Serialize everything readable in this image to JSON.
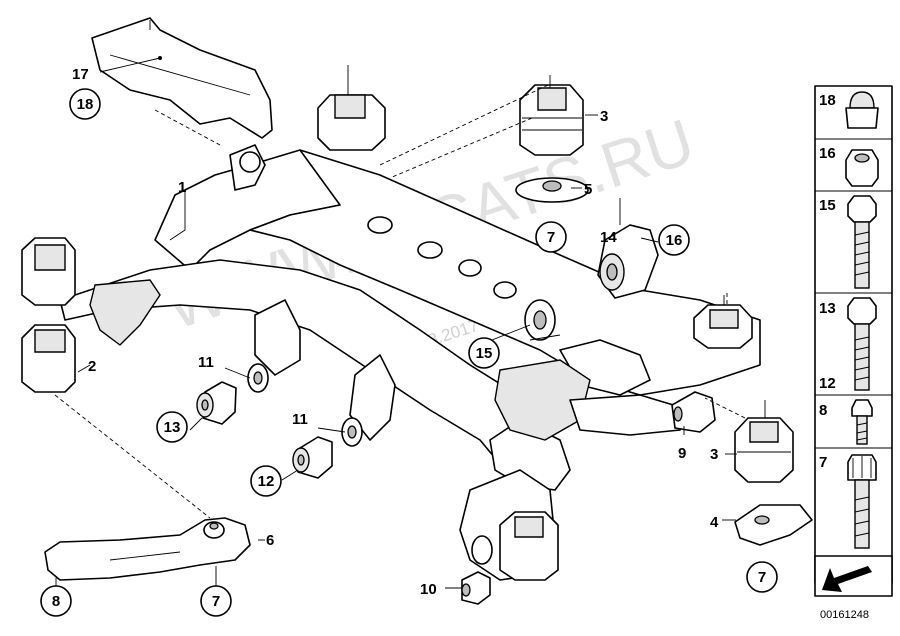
{
  "watermark": "WWW.ELCATS.RU",
  "date_stamp": "11.03.2017",
  "diagram_code": "00161248",
  "labels": {
    "l1": "1",
    "l2": "2",
    "l3a": "3",
    "l3b": "3",
    "l4": "4",
    "l5": "5",
    "l6": "6",
    "l7a": "7",
    "l7b": "7",
    "l7c": "7",
    "l8": "8",
    "l9": "9",
    "l10": "10",
    "l11a": "11",
    "l11b": "11",
    "l12": "12",
    "l13": "13",
    "l14": "14",
    "l15": "15",
    "l16": "16",
    "l17": "17",
    "l18": "18"
  },
  "legend": [
    {
      "num": "18",
      "icon": "cap-nut-icon"
    },
    {
      "num": "16",
      "icon": "hex-nut-icon"
    },
    {
      "num": "15",
      "icon": "long-bolt-icon"
    },
    {
      "num": "13",
      "icon": "long-bolt-icon"
    },
    {
      "num": "12",
      "icon": "long-bolt-icon"
    },
    {
      "num": "8",
      "icon": "short-bolt-icon"
    },
    {
      "num": "7",
      "icon": "torx-bolt-icon"
    }
  ]
}
